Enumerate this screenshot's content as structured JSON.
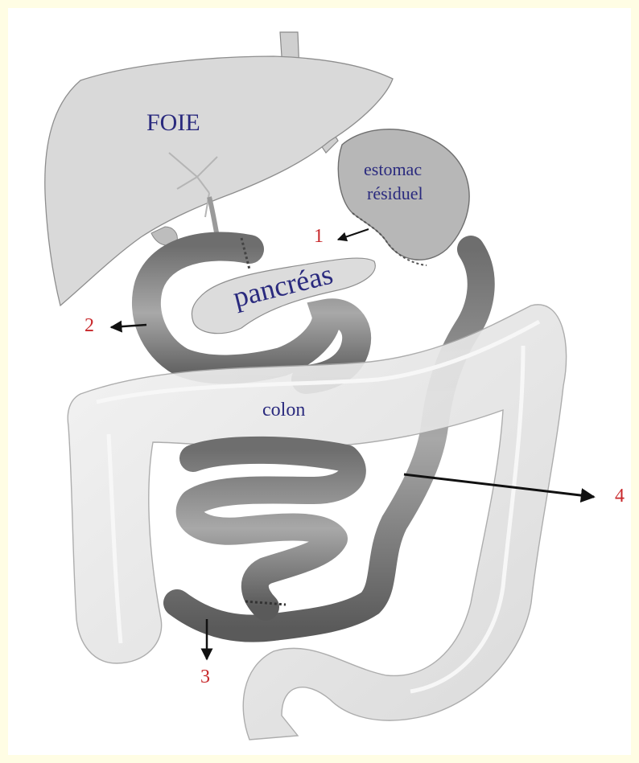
{
  "labels": {
    "liver": "FOIE",
    "stomach_line1": "estomac",
    "stomach_line2": "résiduel",
    "pancreas": "pancréas",
    "colon": "colon"
  },
  "markers": {
    "m1": "1",
    "m2": "2",
    "m3": "3",
    "m4": "4"
  },
  "colors": {
    "background_frame": "#FFFDE4",
    "organ_label": "#2A2A7E",
    "marker_number": "#C8282B",
    "arrow": "#111111",
    "colon_fill": "#E9E9E9",
    "bowel_fill": "#9A9A9A"
  }
}
